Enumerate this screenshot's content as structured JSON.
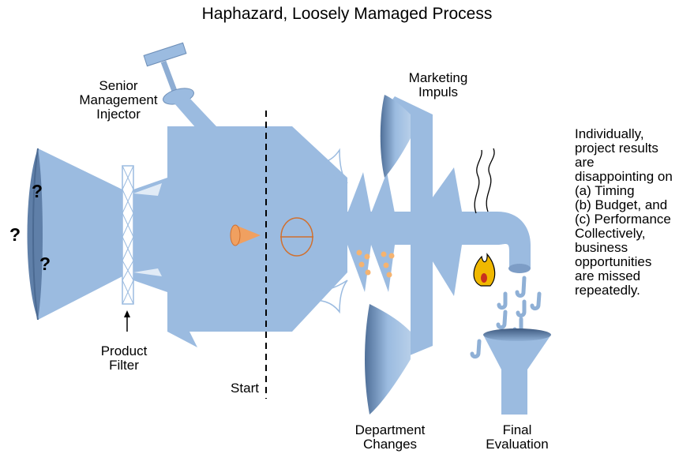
{
  "title": "Haphazard, Loosely Mamaged Process",
  "labels": {
    "senior_management_injector": [
      "Senior",
      "Management",
      "Injector"
    ],
    "marketing_impuls": [
      "Marketing",
      "Impuls"
    ],
    "product_filter": [
      "Product",
      "Filter"
    ],
    "start": "Start",
    "department_changes": [
      "Department",
      "Changes"
    ],
    "final_evaluation": [
      "Final",
      "Evaluation"
    ]
  },
  "question_marks": [
    "?",
    "?",
    "?"
  ],
  "note_lines": [
    "Individually,",
    "project results",
    "are",
    "disappointing on",
    "(a) Timing",
    "(b) Budget, and",
    "(c) Performance",
    "Collectively,",
    "business",
    "opportunities",
    "are missed",
    "repeatedly."
  ],
  "colors": {
    "pipe": "#9bbbe0",
    "pipe_dark": "#6e8fb8",
    "orange": "#f0a060",
    "flame": "#e8b000"
  }
}
